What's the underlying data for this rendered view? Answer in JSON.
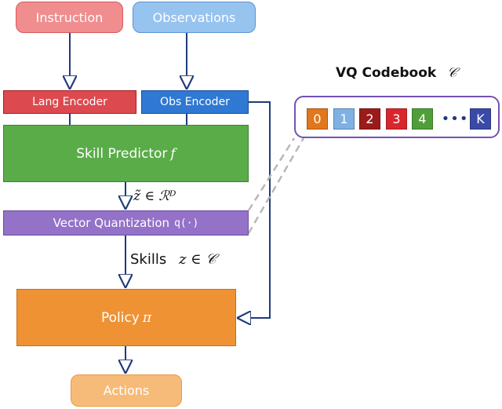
{
  "nodes": {
    "instruction": "Instruction",
    "observations": "Observations",
    "lang_encoder": "Lang Encoder",
    "obs_encoder": "Obs Encoder",
    "skill_predictor": "Skill Predictor",
    "skill_predictor_symbol": "f",
    "vector_quantization": "Vector Quantization",
    "vector_quantization_symbol": "q(·)",
    "policy": "Policy",
    "policy_symbol": "π",
    "actions": "Actions"
  },
  "edges": {
    "latent_label": "z̃ ∈ ℛᴰ",
    "skills_label": "Skills",
    "skills_math": "z ∈ 𝒞"
  },
  "codebook": {
    "title": "VQ Codebook",
    "symbol": "𝒞",
    "cells": [
      {
        "label": "0",
        "color": "#e2761c"
      },
      {
        "label": "1",
        "color": "#7fb1e5"
      },
      {
        "label": "2",
        "color": "#9b1b1b"
      },
      {
        "label": "3",
        "color": "#d9262c"
      },
      {
        "label": "4",
        "color": "#4f9e3a"
      },
      {
        "label": "K",
        "color": "#3b4aa8"
      }
    ],
    "ellipsis": "•••"
  },
  "colors": {
    "arrow": "#1f3a7a",
    "dashed_link": "#b8b8b8"
  }
}
